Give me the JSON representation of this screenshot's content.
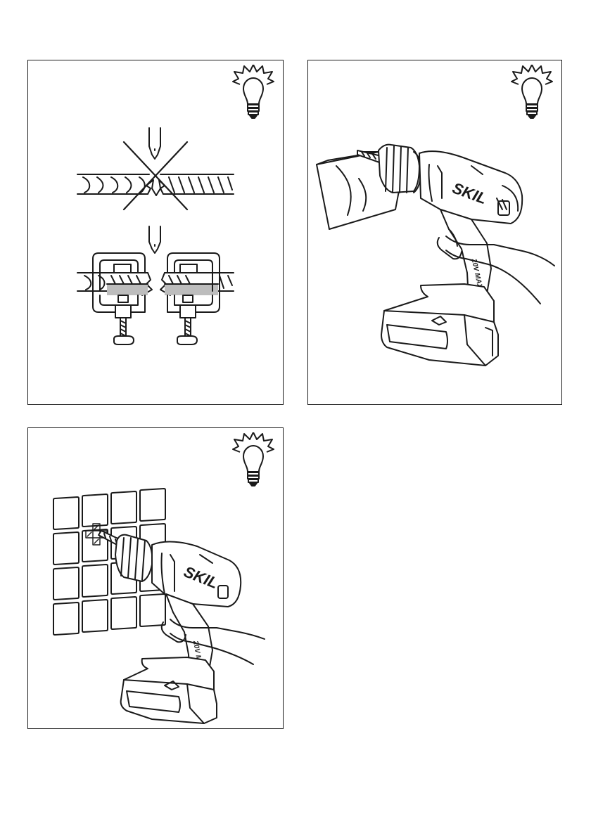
{
  "brand": {
    "logo": "SKIL",
    "battery_label": "20V MAX"
  },
  "panels": [
    {
      "id": "wood-clamping",
      "tip_icon": "lightbulb-icon"
    },
    {
      "id": "drilling-with-bag",
      "tip_icon": "lightbulb-icon"
    },
    {
      "id": "drilling-tiles",
      "tip_icon": "lightbulb-icon"
    }
  ],
  "colors": {
    "line": "#1a1a1a",
    "tape": "#bdbdbd",
    "background": "#ffffff"
  }
}
